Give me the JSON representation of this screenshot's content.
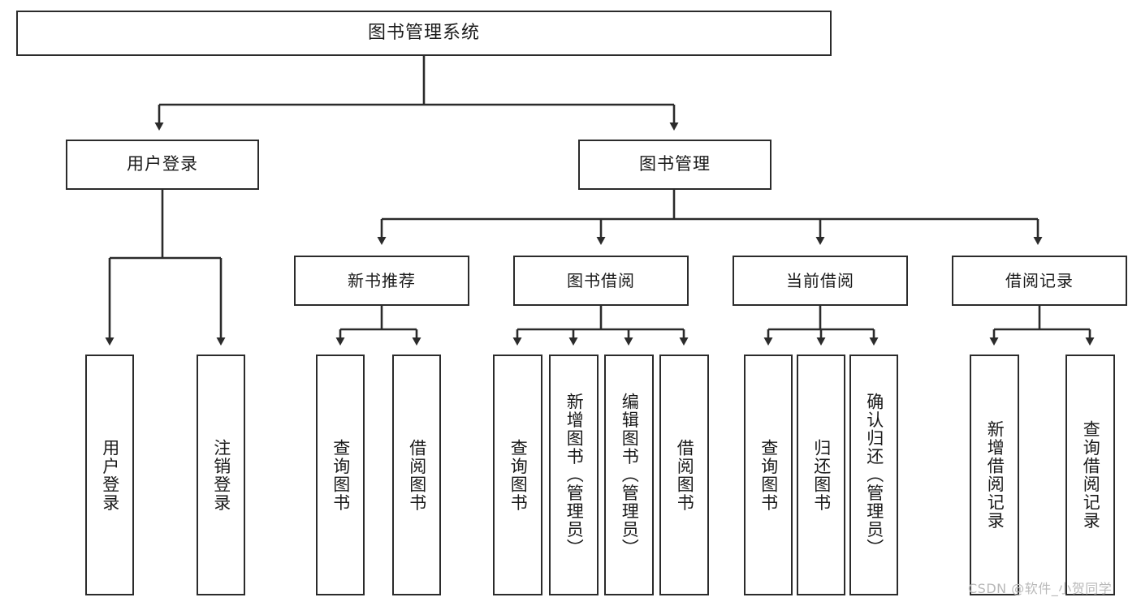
{
  "diagram": {
    "title": "图书管理系统",
    "type": "tree-hierarchy-diagram",
    "root": {
      "label": "图书管理系统"
    },
    "level1": [
      {
        "label": "用户登录"
      },
      {
        "label": "图书管理"
      }
    ],
    "level2": [
      {
        "label": "新书推荐"
      },
      {
        "label": "图书借阅"
      },
      {
        "label": "当前借阅"
      },
      {
        "label": "借阅记录"
      }
    ],
    "leaves": {
      "user_login": [
        {
          "label": "用户登录"
        },
        {
          "label": "注销登录"
        }
      ],
      "new_book_recommend": [
        {
          "label": "查询图书"
        },
        {
          "label": "借阅图书"
        }
      ],
      "book_borrow": [
        {
          "label": "查询图书"
        },
        {
          "label": "新增图书（管理员）"
        },
        {
          "label": "编辑图书（管理员）"
        },
        {
          "label": "借阅图书"
        }
      ],
      "current_borrow": [
        {
          "label": "查询图书"
        },
        {
          "label": "归还图书"
        },
        {
          "label": "确认归还（管理员）"
        }
      ],
      "borrow_record": [
        {
          "label": "新增借阅记录"
        },
        {
          "label": "查询借阅记录"
        }
      ]
    }
  },
  "watermark": {
    "text": "CSDN @软件_小贺同学"
  },
  "colors": {
    "stroke": "#2b2b2b",
    "background": "#ffffff",
    "text": "#1a1a1a",
    "watermark": "#b9b9b9"
  }
}
